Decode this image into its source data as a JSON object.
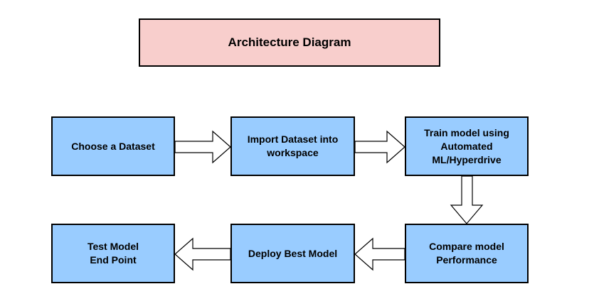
{
  "title": "Architecture Diagram",
  "nodes": {
    "choose_dataset": "Choose a Dataset",
    "import_dataset": "Import Dataset into\nworkspace",
    "train_model": "Train model using\nAutomated\nML/Hyperdrive",
    "compare_model": "Compare model\nPerformance",
    "deploy_model": "Deploy Best Model",
    "test_model": "Test Model\nEnd Point"
  },
  "colors": {
    "title_fill": "#f8cecc",
    "node_fill": "#99ccff",
    "border": "#000000",
    "arrow_fill": "#ffffff"
  }
}
